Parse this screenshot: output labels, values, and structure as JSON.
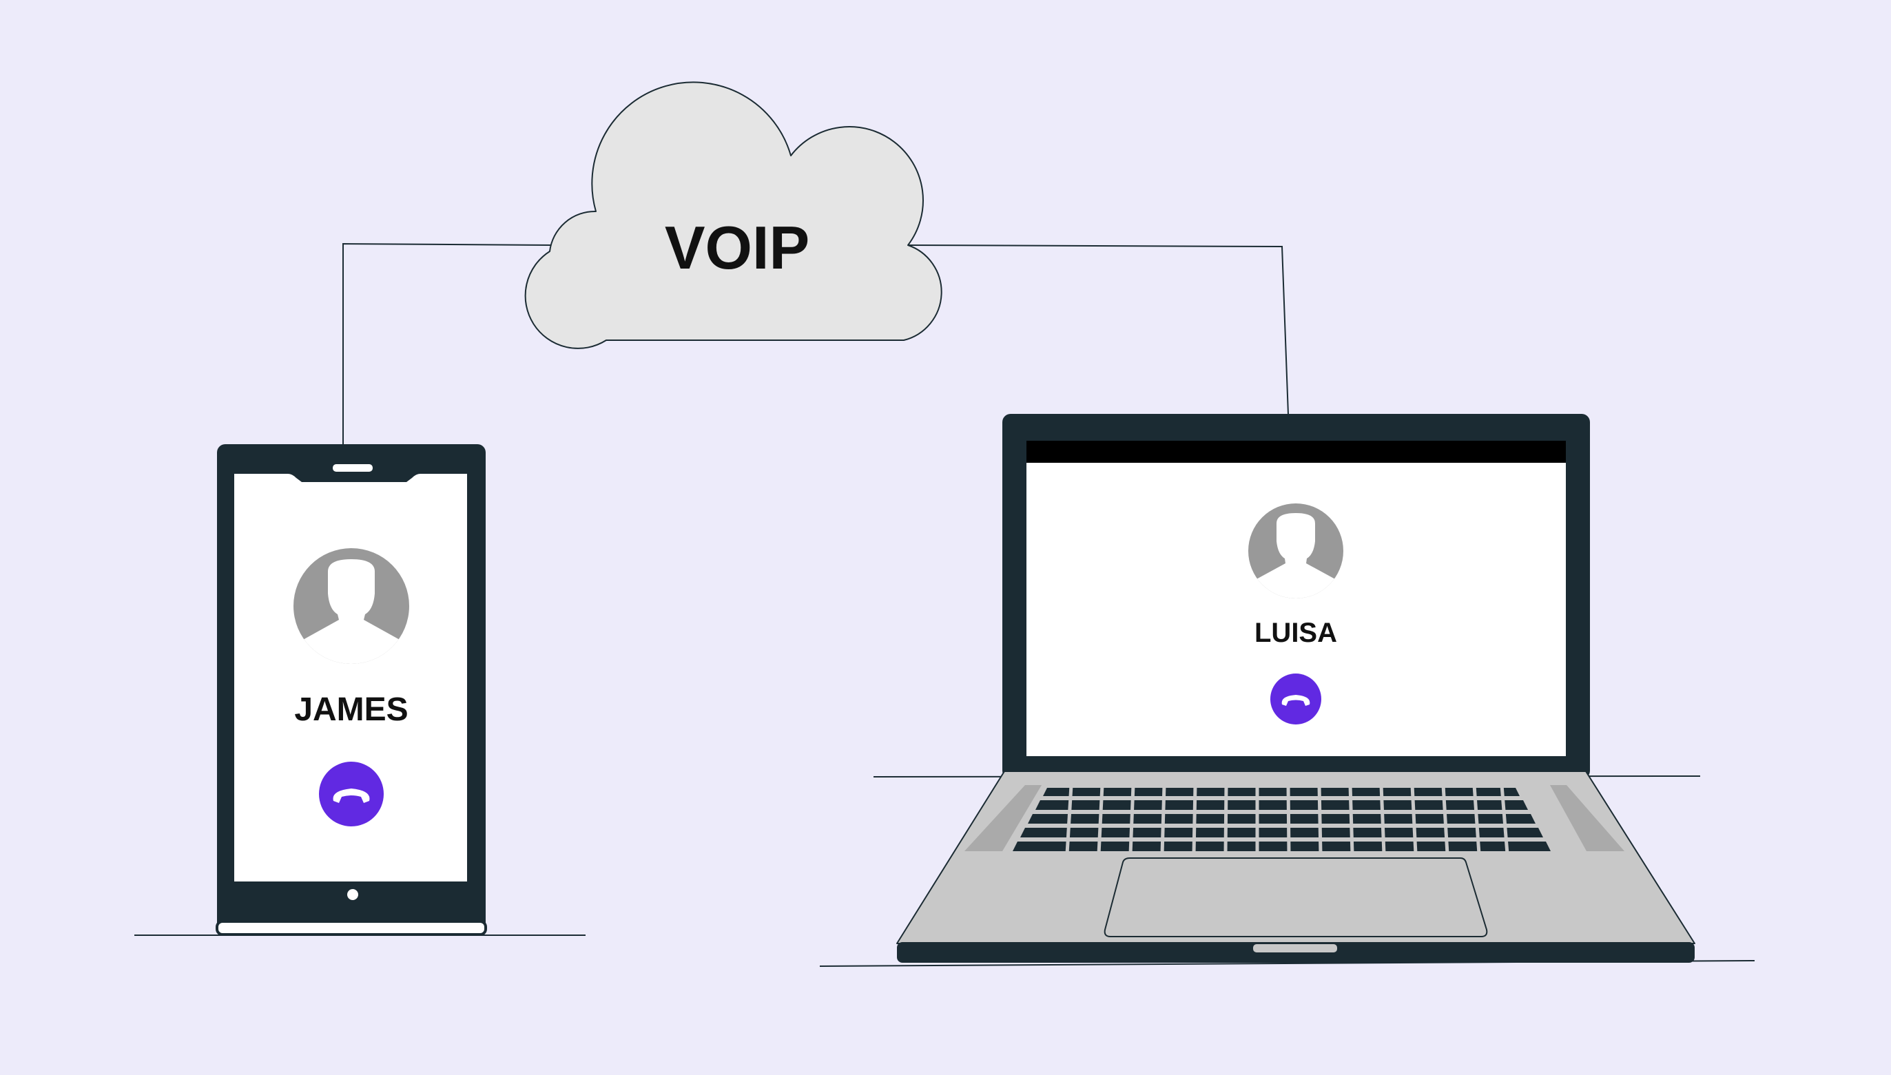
{
  "colors": {
    "background": "#edebfa",
    "device_frame": "#1b2b33",
    "screen": "#ffffff",
    "cloud_fill": "#e5e5e5",
    "avatar": "#999999",
    "call_button": "#6129e2",
    "laptop_body": "#c8c8c8",
    "keys": "#1b2b33",
    "text": "#111111"
  },
  "cloud": {
    "label": "VOIP",
    "icon": "cloud-icon"
  },
  "phone": {
    "caller_name": "JAMES",
    "avatar_icon": "user-avatar-icon",
    "call_button_icon": "phone-handset-icon"
  },
  "laptop": {
    "caller_name": "LUISA",
    "avatar_icon": "user-avatar-icon",
    "call_button_icon": "phone-handset-icon"
  }
}
